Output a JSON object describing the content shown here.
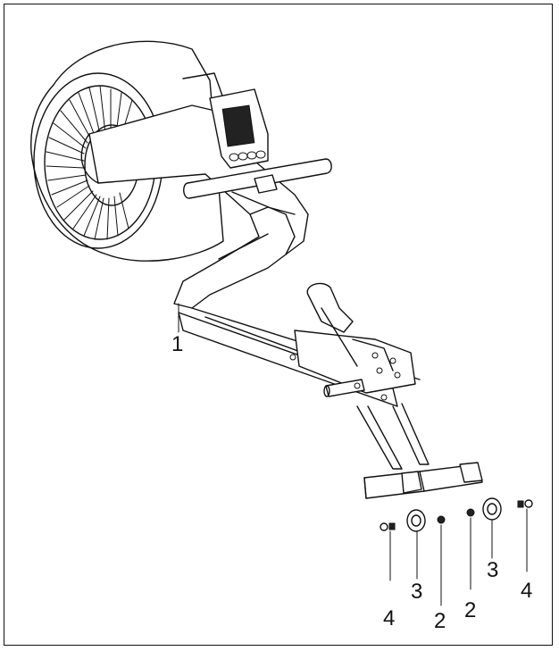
{
  "labels": {
    "frame_part": "1",
    "bolt_left": "4",
    "wheel_left": "3",
    "nut_left": "2",
    "nut_right": "2",
    "wheel_right": "3",
    "bolt_right": "4"
  }
}
